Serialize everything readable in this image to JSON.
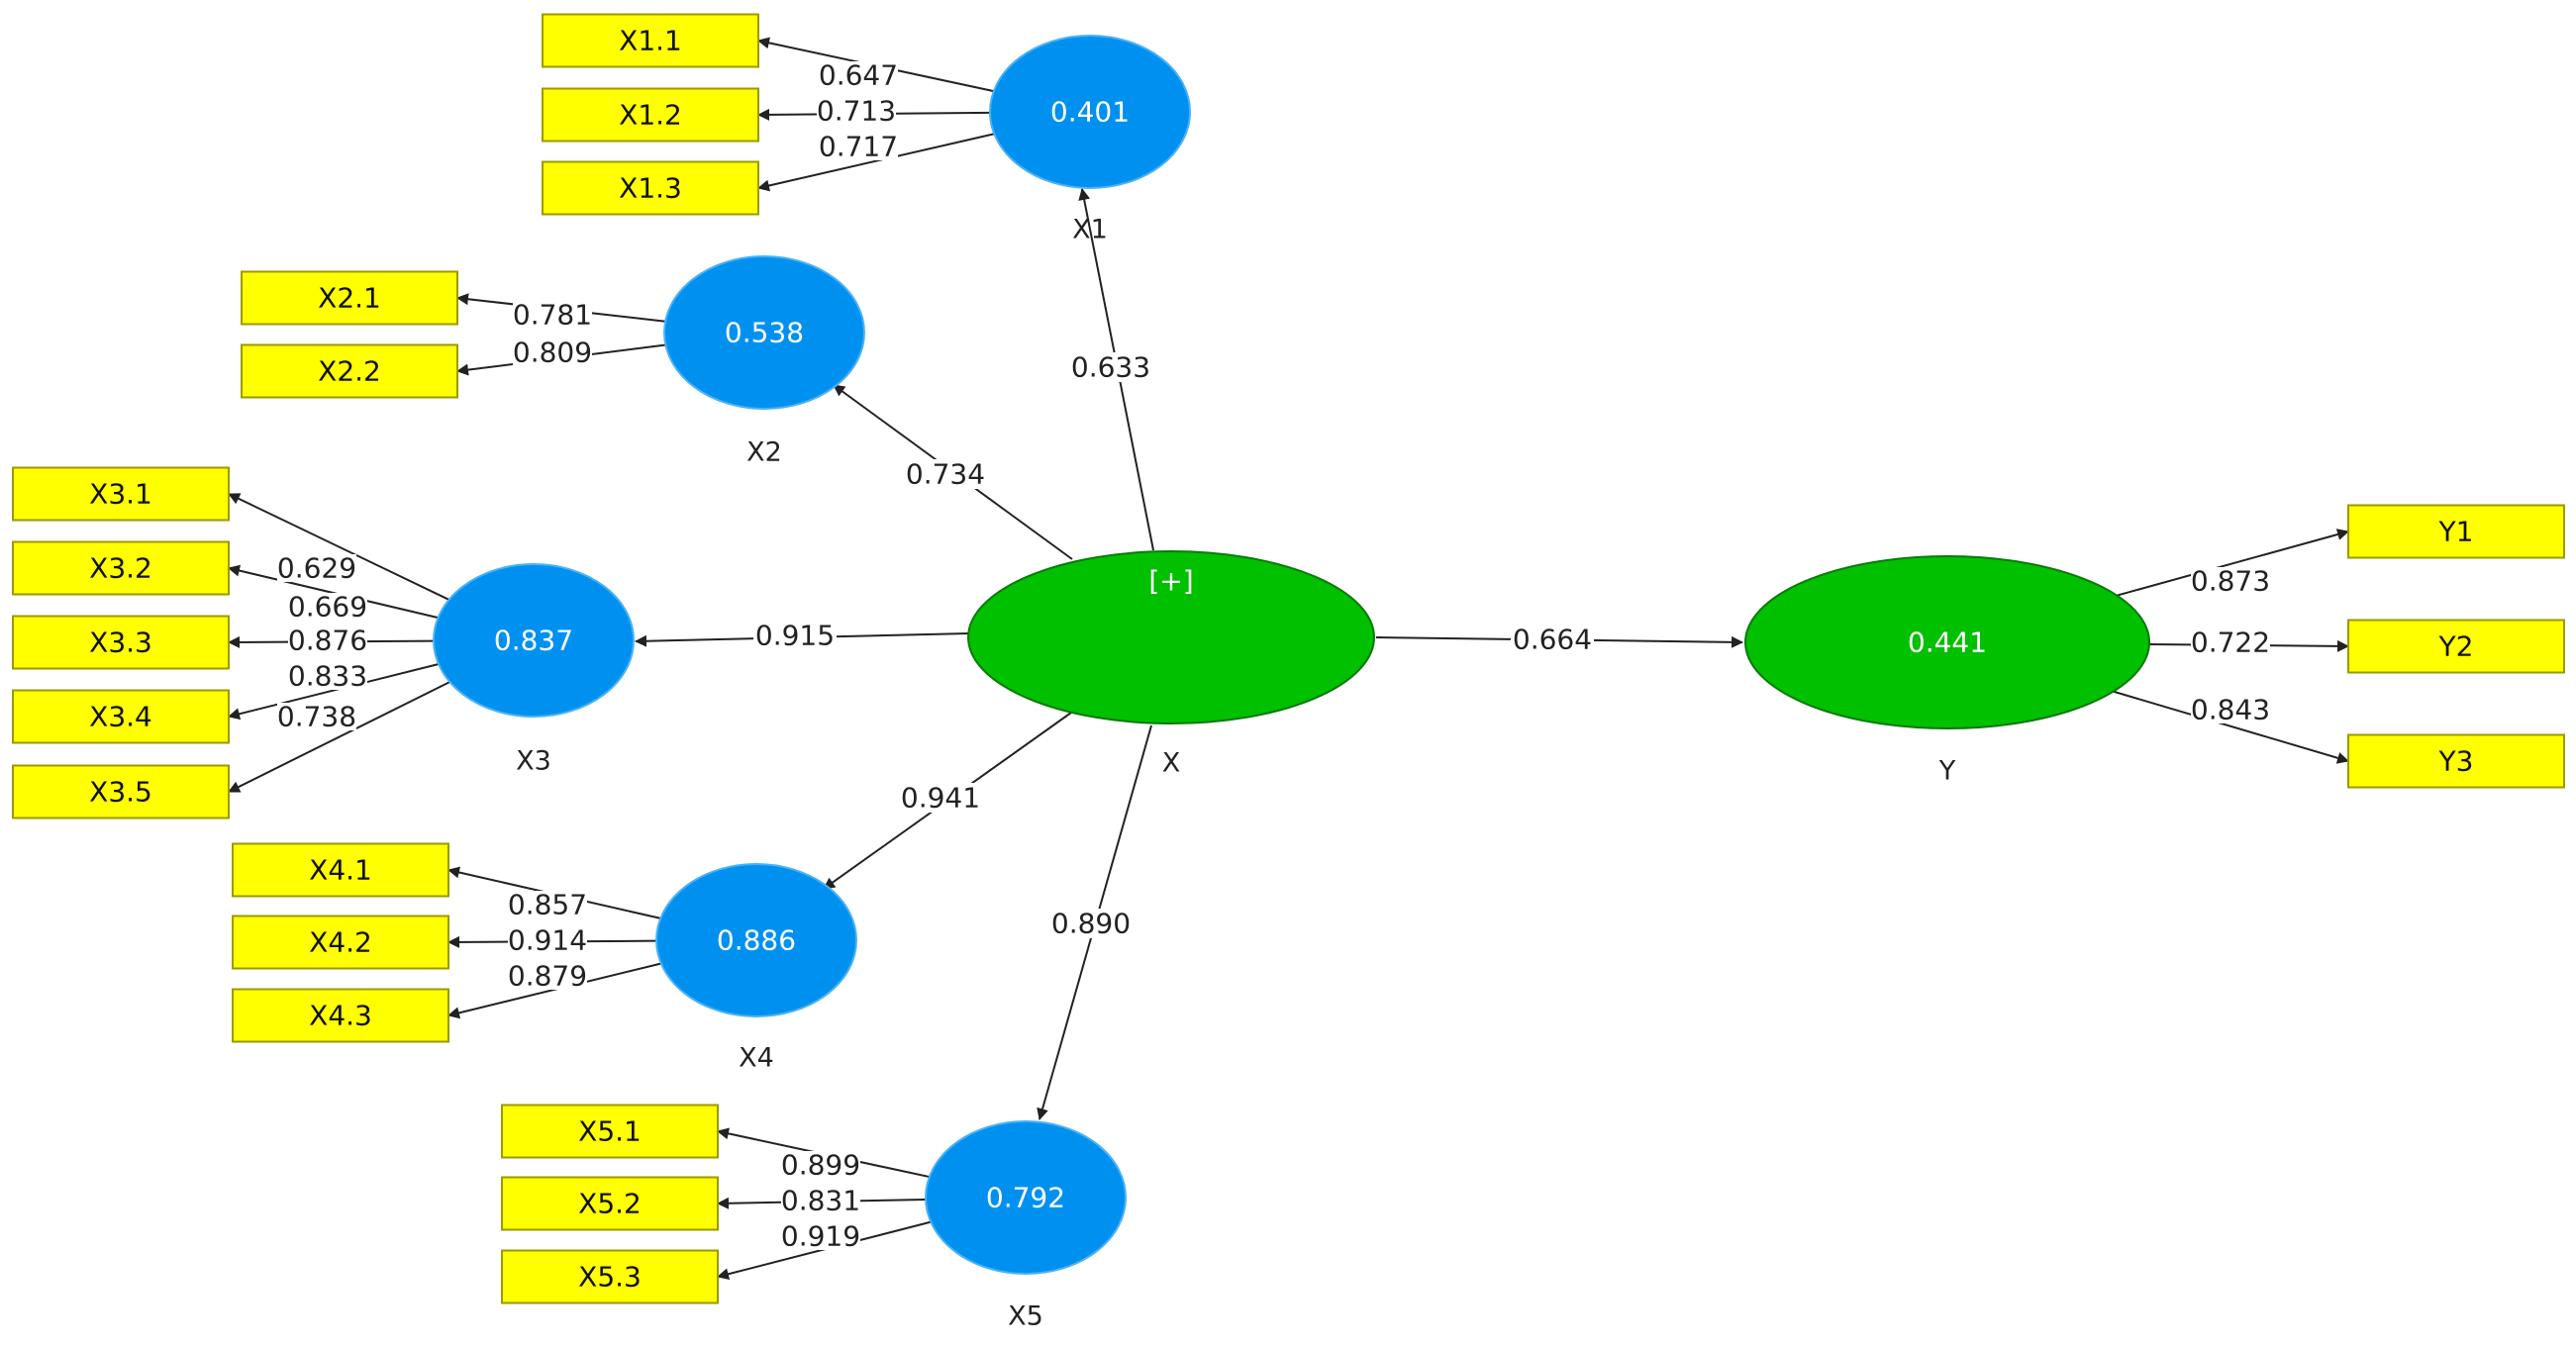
{
  "colors": {
    "construct_blue": "#0091f0",
    "construct_green": "#00c000",
    "indicator_yellow": "#ffff00",
    "edge": "#222222"
  },
  "constructs": [
    {
      "id": "X1",
      "label": "X1",
      "value": "0.401",
      "color": "blue"
    },
    {
      "id": "X2",
      "label": "X2",
      "value": "0.538",
      "color": "blue"
    },
    {
      "id": "X3",
      "label": "X3",
      "value": "0.837",
      "color": "blue"
    },
    {
      "id": "X4",
      "label": "X4",
      "value": "0.886",
      "color": "blue"
    },
    {
      "id": "X5",
      "label": "X5",
      "value": "0.792",
      "color": "blue"
    },
    {
      "id": "X",
      "label": "X",
      "value": "[+]",
      "color": "green"
    },
    {
      "id": "Y",
      "label": "Y",
      "value": "0.441",
      "color": "green"
    }
  ],
  "indicators": [
    {
      "id": "X1.1",
      "label": "X1.1",
      "construct": "X1",
      "loading": "0.647"
    },
    {
      "id": "X1.2",
      "label": "X1.2",
      "construct": "X1",
      "loading": "0.713"
    },
    {
      "id": "X1.3",
      "label": "X1.3",
      "construct": "X1",
      "loading": "0.717"
    },
    {
      "id": "X2.1",
      "label": "X2.1",
      "construct": "X2",
      "loading": "0.781"
    },
    {
      "id": "X2.2",
      "label": "X2.2",
      "construct": "X2",
      "loading": "0.809"
    },
    {
      "id": "X3.1",
      "label": "X3.1",
      "construct": "X3",
      "loading": "0.629"
    },
    {
      "id": "X3.2",
      "label": "X3.2",
      "construct": "X3",
      "loading": "0.669"
    },
    {
      "id": "X3.3",
      "label": "X3.3",
      "construct": "X3",
      "loading": "0.876"
    },
    {
      "id": "X3.4",
      "label": "X3.4",
      "construct": "X3",
      "loading": "0.833"
    },
    {
      "id": "X3.5",
      "label": "X3.5",
      "construct": "X3",
      "loading": "0.738"
    },
    {
      "id": "X4.1",
      "label": "X4.1",
      "construct": "X4",
      "loading": "0.857"
    },
    {
      "id": "X4.2",
      "label": "X4.2",
      "construct": "X4",
      "loading": "0.914"
    },
    {
      "id": "X4.3",
      "label": "X4.3",
      "construct": "X4",
      "loading": "0.879"
    },
    {
      "id": "X5.1",
      "label": "X5.1",
      "construct": "X5",
      "loading": "0.899"
    },
    {
      "id": "X5.2",
      "label": "X5.2",
      "construct": "X5",
      "loading": "0.831"
    },
    {
      "id": "X5.3",
      "label": "X5.3",
      "construct": "X5",
      "loading": "0.919"
    },
    {
      "id": "Y1",
      "label": "Y1",
      "construct": "Y",
      "loading": "0.873"
    },
    {
      "id": "Y2",
      "label": "Y2",
      "construct": "Y",
      "loading": "0.722"
    },
    {
      "id": "Y3",
      "label": "Y3",
      "construct": "Y",
      "loading": "0.843"
    }
  ],
  "paths": [
    {
      "from": "X",
      "to": "X1",
      "coefficient": "0.633"
    },
    {
      "from": "X",
      "to": "X2",
      "coefficient": "0.734"
    },
    {
      "from": "X",
      "to": "X3",
      "coefficient": "0.915"
    },
    {
      "from": "X",
      "to": "X4",
      "coefficient": "0.941"
    },
    {
      "from": "X",
      "to": "X5",
      "coefficient": "0.890"
    },
    {
      "from": "X",
      "to": "Y",
      "coefficient": "0.664"
    }
  ]
}
